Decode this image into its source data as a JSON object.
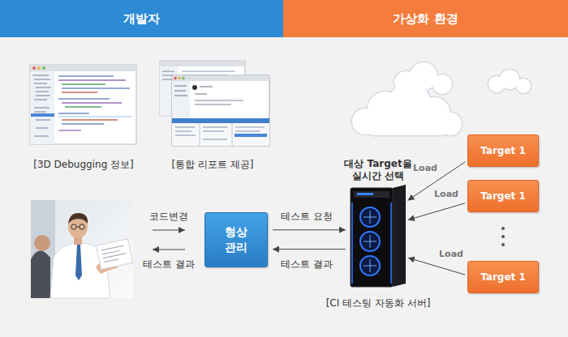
{
  "diagram": {
    "nodes": [
      {
        "text": [
          "개발자"
        ]
      },
      {
        "text": [
          "가상화 환경"
        ]
      },
      {
        "text": [
          "형상 관리"
        ]
      },
      {
        "text": [
          "대상 Target을 실시간 선택",
          "[CI 테스팅 자동화 서버]"
        ]
      },
      {
        "text": [
          "Target 1"
        ]
      },
      {
        "text": [
          "Target 1"
        ]
      },
      {
        "text": [
          "Target 1"
        ]
      }
    ],
    "edges": [
      {
        "from": 2,
        "to": 3,
        "label": "테스트 요청",
        "arrow": "to"
      },
      {
        "from": 3,
        "to": 2,
        "label": "테스트 결과",
        "arrow": "to"
      },
      {
        "from": 4,
        "to": 3,
        "label": "Load",
        "arrow": "to"
      },
      {
        "from": 5,
        "to": 3,
        "label": "Load",
        "arrow": "to"
      },
      {
        "from": 6,
        "to": 3,
        "label": "Load",
        "arrow": "to"
      }
    ],
    "labels": [
      "[3D Debugging 정보]",
      "[통합 리포트 제공]",
      "코드변경",
      "테스트 결과"
    ]
  }
}
